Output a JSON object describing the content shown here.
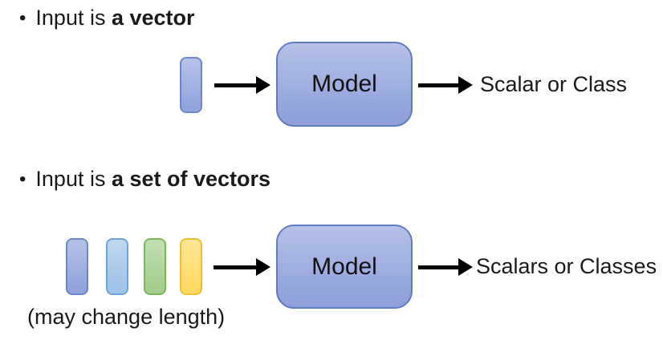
{
  "sections": [
    {
      "bullet_glyph": "•",
      "heading_plain": "Input is ",
      "heading_bold": "a vector",
      "model_label": "Model",
      "output_label": "Scalar or Class",
      "vectors": [
        {
          "name": "vector-blue",
          "fill": "#8FA3DC",
          "stroke": "#6E87CC"
        }
      ]
    },
    {
      "bullet_glyph": "•",
      "heading_plain": "Input is ",
      "heading_bold": "a set of vectors",
      "model_label": "Model",
      "output_label": "Scalars or Classes",
      "note": "(may change length)",
      "vectors": [
        {
          "name": "vector-blue",
          "fill": "#8FA3DC",
          "stroke": "#6E87CC"
        },
        {
          "name": "vector-light-blue",
          "fill": "#9CC3E6",
          "stroke": "#6FA4D8"
        },
        {
          "name": "vector-green",
          "fill": "#A2CD8A",
          "stroke": "#7CB85B"
        },
        {
          "name": "vector-yellow",
          "fill": "#FFD95E",
          "stroke": "#EFBF3A"
        }
      ]
    }
  ],
  "model_box": {
    "fill": "#8E9FDA",
    "stroke": "#5F7CC2"
  },
  "colors": {
    "arrow": "#000000",
    "text": "#1A1A1A",
    "background": "#FFFFFF"
  }
}
